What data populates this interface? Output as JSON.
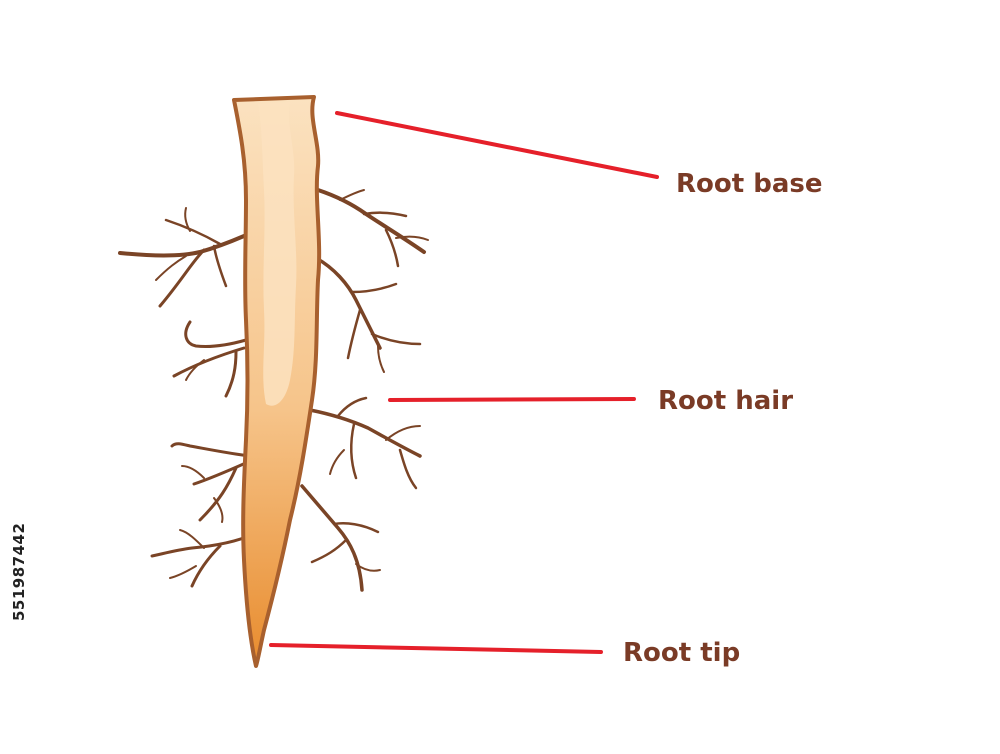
{
  "colors": {
    "background": "#ffffff",
    "label_text": "#7a3b26",
    "leader_line": "#e5202a",
    "root_outline": "#a8602e",
    "root_fill_light": "#fbe2c0",
    "root_fill_mid": "#f6c48a",
    "root_fill_tip": "#e88c2e",
    "root_hair": "#7a4426",
    "side_text": "#222222"
  },
  "labels": {
    "root_base": "Root base",
    "root_hair": "Root hair",
    "root_tip": "Root tip"
  },
  "side_id": "551987442"
}
